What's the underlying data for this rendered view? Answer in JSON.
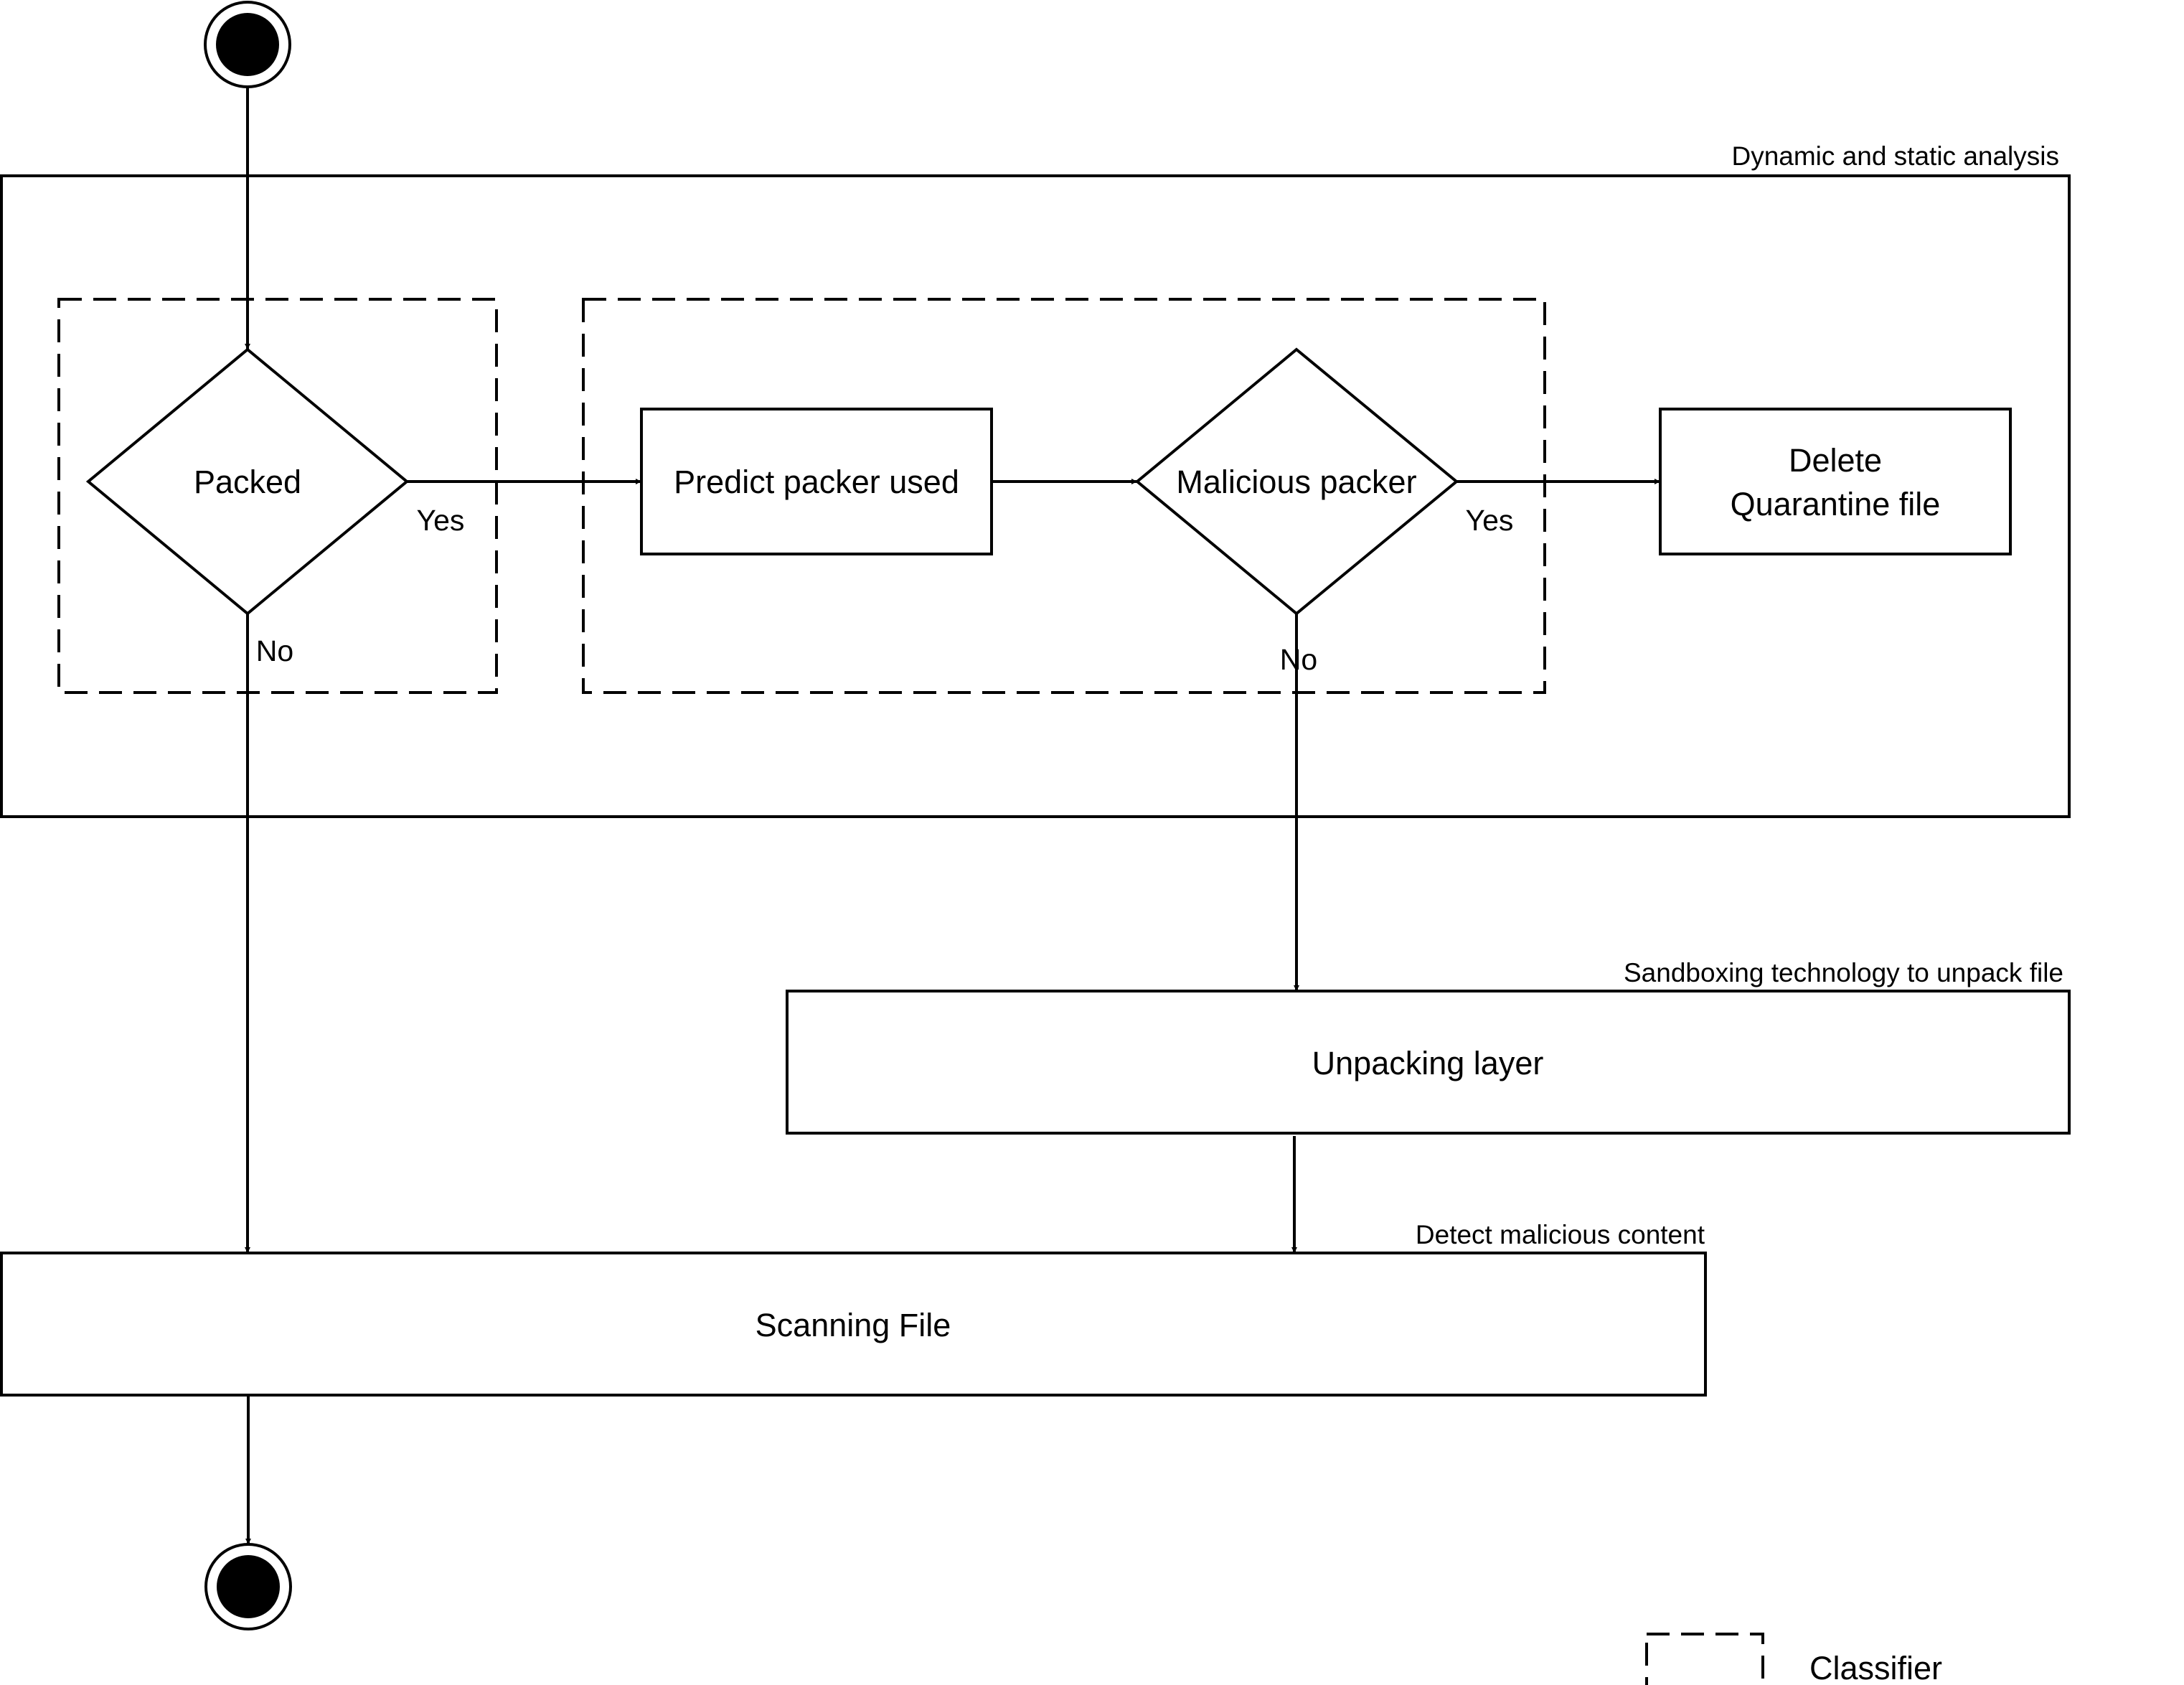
{
  "diagram": {
    "regions": {
      "analysis": "Dynamic and static analysis",
      "sandbox": "Sandboxing technology to unpack file",
      "detect": "Detect malicious content"
    },
    "nodes": {
      "packed": "Packed",
      "predict": "Predict packer used",
      "malicious": "Malicious packer",
      "delete_line1": "Delete",
      "delete_line2": "Quarantine file",
      "unpacking": "Unpacking layer",
      "scanning": "Scanning File"
    },
    "edge_labels": {
      "packed_yes": "Yes",
      "packed_no": "No",
      "malicious_yes": "Yes",
      "malicious_no": "No"
    },
    "legend": {
      "classifier": "Classifier"
    }
  }
}
